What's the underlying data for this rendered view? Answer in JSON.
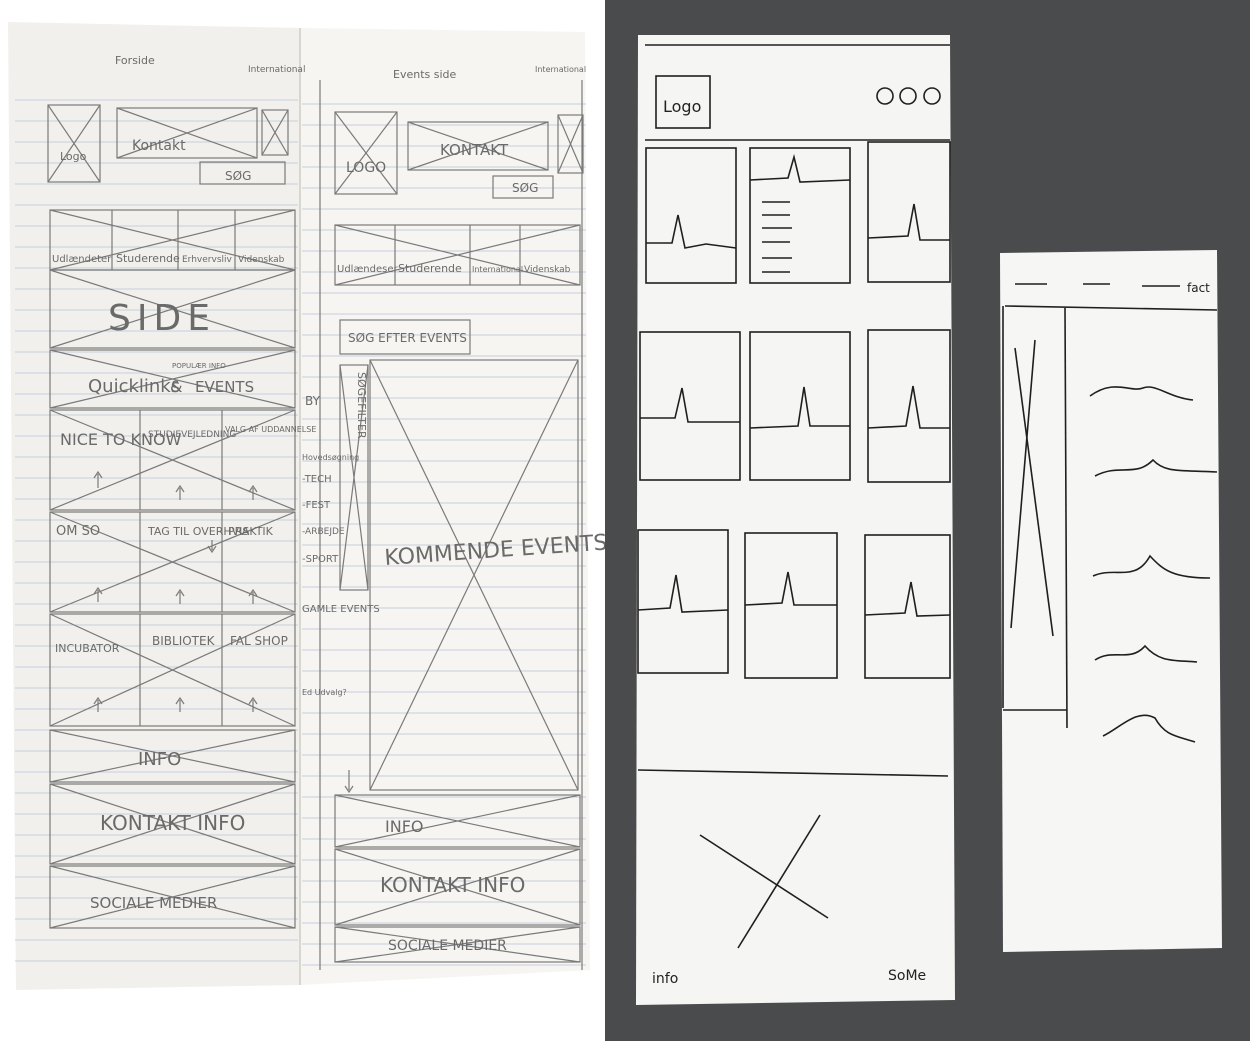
{
  "left_notebook": {
    "front_page": {
      "title": "Forside",
      "international": "International",
      "logo": "Logo",
      "contact": "Kontakt",
      "search": "SØG",
      "nav": [
        "Udlændeter",
        "Studerende",
        "Erhvervsliv",
        "Videnskab"
      ],
      "hero": "SIDE",
      "quicklinks": "Quicklinks",
      "and_mark": "&",
      "popular_info": "POPULÆR INFO",
      "events": "EVENTS",
      "row1": [
        "NICE TO KNOW",
        "STUDIEVEJLEDNING",
        "VALG AF UDDANNELSE"
      ],
      "row2": [
        "OM SO",
        "TAG TIL OVERHVIS",
        "PRAKTIK"
      ],
      "row3": [
        "INCUBATOR",
        "BIBLIOTEK",
        "FAL SHOP"
      ],
      "info": "INFO",
      "contact_info": "KONTAKT INFO",
      "social": "SOCIALE MEDIER"
    },
    "events_page": {
      "title": "Events side",
      "international": "International",
      "logo": "LOGO",
      "contact": "KONTAKT",
      "search": "SØG",
      "nav": [
        "Udlændeser",
        "Studerende",
        "International",
        "Videnskab"
      ],
      "search_events": "SØG EFTER EVENTS",
      "filter_title": "BY",
      "filter_subtitle": "Hovedsøgning",
      "filters": [
        "-TECH",
        "-FEST",
        "-ARBEJDE",
        "-SPORT"
      ],
      "old_events": "GAMLE EVENTS",
      "old_events_question": "Ed Udvalg?",
      "vertical_label": "SØGEFILTER",
      "main": "KOMMENDE EVENTS",
      "info": "INFO",
      "contact_info": "KONTAKT INFO",
      "social": "SOCIALE MEDIER"
    }
  },
  "right_sheets": {
    "mobile_home": {
      "logo": "Logo",
      "menu_dots": "O O O",
      "footer_left": "info",
      "footer_right": "SoMe"
    },
    "detail_page": {
      "nav_right": "fact"
    }
  },
  "colors": {
    "paper": "#f4f3f0",
    "desk": "#4a4b4d",
    "pencil": "#6a6a6a",
    "pen": "#222222",
    "notebook_rule": "#b9c7d6"
  }
}
